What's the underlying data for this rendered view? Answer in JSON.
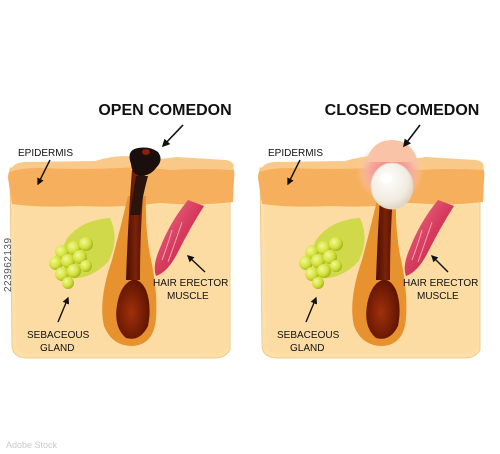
{
  "panels": [
    {
      "title": "OPEN COMEDON",
      "labels": {
        "epidermis": "EPIDERMIS",
        "hair_erector_1": "HAIR ERECTOR",
        "hair_erector_2": "MUSCLE",
        "sebaceous_1": "SEBACEOUS",
        "sebaceous_2": "GLAND"
      }
    },
    {
      "title": "CLOSED COMEDON",
      "labels": {
        "epidermis": "EPIDERMIS",
        "hair_erector_1": "HAIR ERECTOR",
        "hair_erector_2": "MUSCLE",
        "sebaceous_1": "SEBACEOUS",
        "sebaceous_2": "GLAND"
      }
    }
  ],
  "stock_id": "223962139",
  "watermark": "Adobe Stock",
  "colors": {
    "tissue": "#FCE0A8",
    "epidermis": "#F6AF5C",
    "epidermis_top": "#F9C98A",
    "follicle": "#E8912F",
    "hair_dark": "#6E1800",
    "gland": "#D4E23A",
    "muscle": "#E0536F",
    "black_plug": "#1A0F0C",
    "white_plug": "#F4EFE6",
    "inflamed": "#F8A7A0"
  }
}
